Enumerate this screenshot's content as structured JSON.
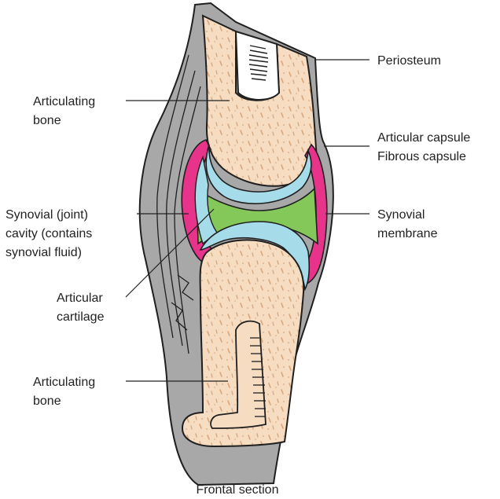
{
  "diagram": {
    "caption": "Frontal section",
    "labels": {
      "periosteum": "Periosteum",
      "articulating_bone_top": [
        "Articulating",
        "bone"
      ],
      "articular_capsule": [
        "Articular capsule",
        "Fibrous capsule"
      ],
      "synovial_cavity": [
        "Synovial (joint)",
        "cavity (contains",
        "synovial fluid)"
      ],
      "synovial_membrane": [
        "Synovial",
        "membrane"
      ],
      "articular_cartilage": [
        "Articular",
        "cartilage"
      ],
      "articulating_bone_bottom": [
        "Articulating",
        "bone"
      ]
    },
    "colors": {
      "capsule": "#a8a8a8",
      "bone": "#f6dcc0",
      "bone_speckle": "#d9a57c",
      "cartilage": "#a6dcea",
      "synovial_membrane": "#e8338a",
      "synovial_cavity_fill": "#84c85a",
      "outline": "#1f1f1f"
    }
  }
}
